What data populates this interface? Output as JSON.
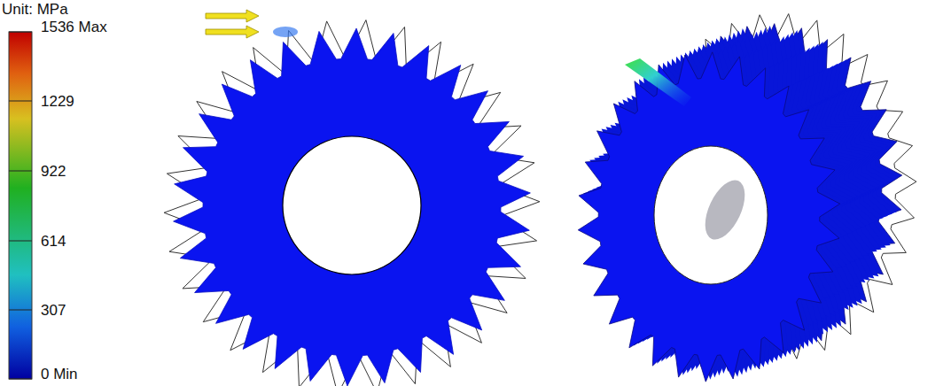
{
  "diagram": {
    "labels": [
      "Unit: MPa",
      "1536 Max",
      "1229",
      "922",
      "614",
      "307",
      "0 Min"
    ]
  }
}
